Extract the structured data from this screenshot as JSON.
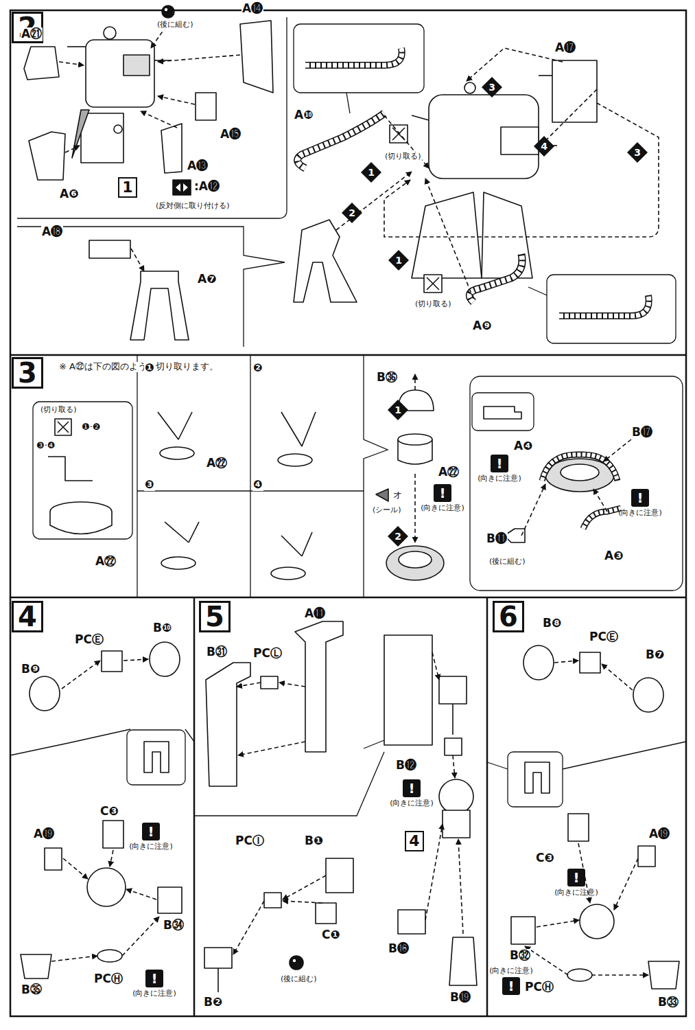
{
  "diagram": {
    "nodes": [
      {
        "text": [
          "2"
        ]
      },
      {
        "text": [
          "1"
        ]
      },
      {
        "text": [
          "3"
        ]
      },
      {
        "text": [
          "4"
        ]
      },
      {
        "text": [
          "3"
        ]
      },
      {
        "text": [
          "1"
        ]
      },
      {
        "text": [
          "2"
        ]
      },
      {
        "text": [
          "1"
        ]
      },
      {
        "text": [
          "3"
        ]
      },
      {
        "text": [
          "1"
        ]
      },
      {
        "text": [
          "!",
          "(向きに注意)"
        ]
      },
      {
        "text": [
          "2"
        ]
      },
      {
        "text": [
          "!",
          "(向きに注意)"
        ]
      },
      {
        "text": [
          "!",
          "(向きに注意)"
        ]
      },
      {
        "text": [
          "4"
        ]
      },
      {
        "text": [
          "!",
          "(向きに注意)"
        ]
      },
      {
        "text": [
          "!",
          "(向きに注意)"
        ]
      },
      {
        "text": [
          "5"
        ]
      },
      {
        "text": [
          "!",
          "(向きに注意)"
        ]
      },
      {
        "text": [
          "4"
        ]
      },
      {
        "text": [
          "6"
        ]
      },
      {
        "text": [
          "!",
          "(向きに注意)"
        ]
      },
      {
        "text": [
          "(向きに注意)",
          "!"
        ]
      }
    ],
    "labels": [
      "A㉑",
      "(後に組む)",
      "A⓮",
      "A⓯",
      "A⓭",
      "A❻",
      ":A⓬",
      "(反対側に取り付ける)",
      "A❿",
      "(切り取る)",
      "A⓱",
      "A⓲",
      "A❼",
      "(切り取る)",
      "A❾",
      "※ A㉒は下の図のように切り取ります。",
      "❶",
      "❷",
      "(切り取る)",
      "❶·❷",
      "❸·❹",
      "A㉒",
      "❸",
      "❹",
      "A㉒",
      "B㊱",
      "A㉒",
      "オ",
      "(シール)",
      "B⓱",
      "A❹",
      "B⓫",
      "(後に組む)",
      "A❸",
      "B❿",
      "PCⒺ",
      "B❾",
      "C❸",
      "A⓳",
      "B㉞",
      "B㉟",
      "PCⒽ",
      "A⓫",
      "B㉛",
      "PCⓁ",
      "PCⒾ",
      "B❶",
      "C❶",
      "(後に組む)",
      "B❷",
      "B⓬",
      "B⓰",
      "B⓳",
      "B❽",
      "PCⒺ",
      "B❼",
      "C❸",
      "A⓳",
      "B㉜",
      "B㉝",
      "PCⒽ"
    ]
  }
}
